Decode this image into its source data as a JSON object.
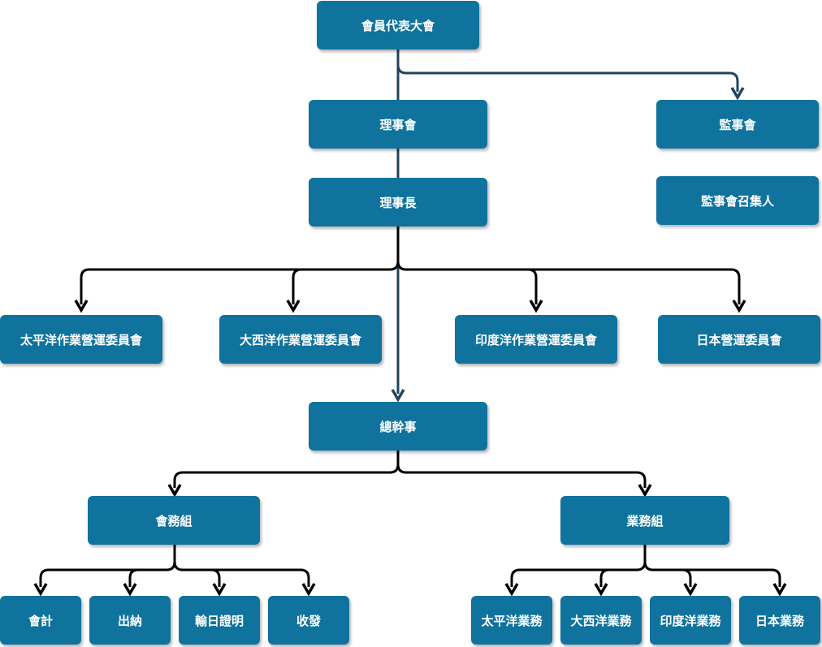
{
  "colors": {
    "box_fill": "#10739e",
    "box_text": "#ffffff",
    "line_dark_blue": "#23445d",
    "line_black": "#000000"
  },
  "org_chart": {
    "assembly": "會員代表大會",
    "board": "理事會",
    "supervisors": "監事會",
    "supervisor_convener": "監事會召集人",
    "chairman": "理事長",
    "committees": [
      "太平洋作業營運委員會",
      "大西洋作業營運委員會",
      "印度洋作業營運委員會",
      "日本營運委員會"
    ],
    "secretary_general": "總幹事",
    "admin_group": {
      "name": "會務組",
      "units": [
        "會計",
        "出納",
        "輸日證明",
        "收發"
      ]
    },
    "business_group": {
      "name": "業務組",
      "units": [
        "太平洋業務",
        "大西洋業務",
        "印度洋業務",
        "日本業務"
      ]
    }
  }
}
